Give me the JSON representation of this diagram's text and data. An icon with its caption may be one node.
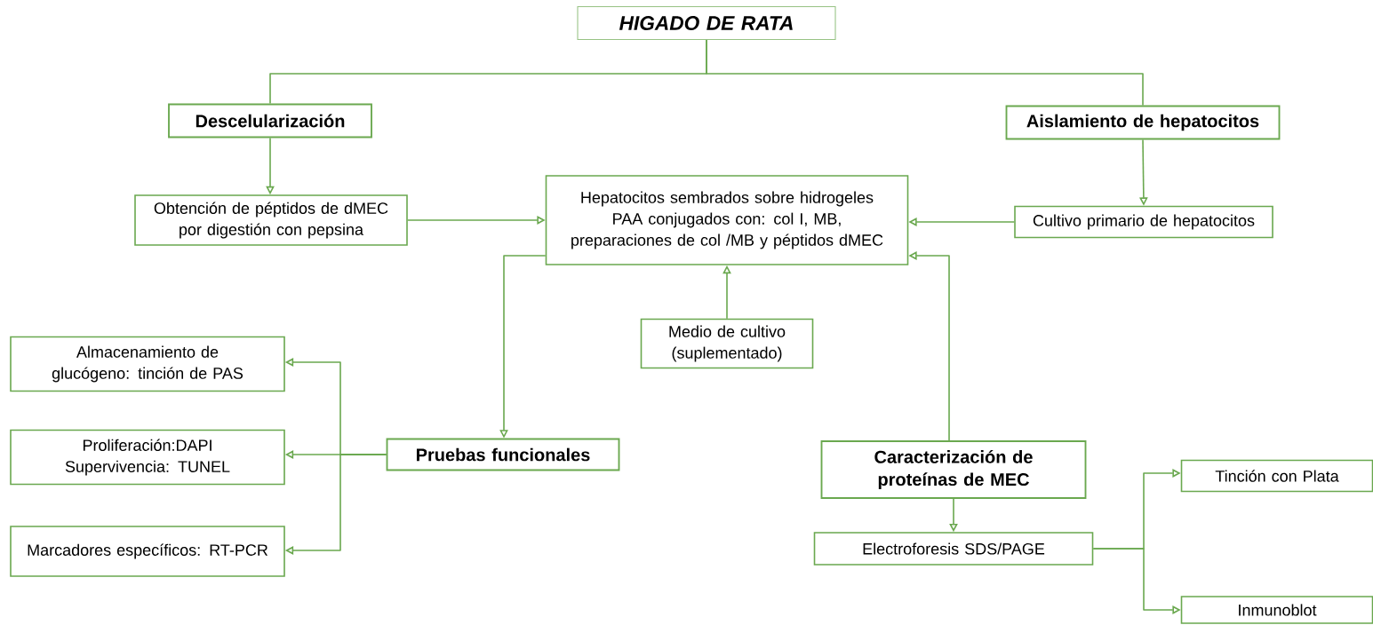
{
  "diagram": {
    "nodes": [
      {
        "text": [
          "HIGADO DE RATA"
        ]
      },
      {
        "text": [
          "Descelularización"
        ]
      },
      {
        "text": [
          "Aislamiento de hepatocitos"
        ]
      },
      {
        "text": [
          "Obtención de péptidos de dMEC por digestión con pepsina"
        ]
      },
      {
        "text": [
          "Hepatocitos sembrados sobre hidrogeles PAA conjugados con: col I, MB, preparaciones de col /MB y péptidos dMEC"
        ]
      },
      {
        "text": [
          "Cultivo primario de hepatocitos"
        ]
      },
      {
        "text": [
          "Medio de cultivo (suplementado)"
        ]
      },
      {
        "text": [
          "Almacenamiento de glucógeno: tinción de PAS"
        ]
      },
      {
        "text": [
          "Proliferación:DAPI Supervivencia: TUNEL"
        ]
      },
      {
        "text": [
          "Pruebas funcionales"
        ]
      },
      {
        "text": [
          "Caracterización de proteínas de MEC"
        ]
      },
      {
        "text": [
          "Marcadores específicos: RT-PCR"
        ]
      },
      {
        "text": [
          "Tinción con Plata"
        ]
      },
      {
        "text": [
          "Electroforesis SDS/PAGE"
        ]
      },
      {
        "text": [
          "Inmunoblot"
        ]
      }
    ],
    "edges": [
      {
        "from": 0,
        "to": 1,
        "arrow": "none"
      },
      {
        "from": 0,
        "to": 2,
        "arrow": "none"
      },
      {
        "from": 1,
        "to": 3,
        "arrow": "to"
      },
      {
        "from": 2,
        "to": 5,
        "arrow": "to"
      },
      {
        "from": 3,
        "to": 4,
        "arrow": "to"
      },
      {
        "from": 5,
        "to": 4,
        "arrow": "to"
      },
      {
        "from": 6,
        "to": 4,
        "arrow": "to"
      },
      {
        "from": 4,
        "to": 9,
        "arrow": "to"
      },
      {
        "from": 10,
        "to": 4,
        "arrow": "to"
      },
      {
        "from": 10,
        "to": 13,
        "arrow": "to"
      },
      {
        "from": 9,
        "to": 7,
        "arrow": "to"
      },
      {
        "from": 9,
        "to": 8,
        "arrow": "to"
      },
      {
        "from": 9,
        "to": 11,
        "arrow": "to"
      },
      {
        "from": 13,
        "to": 12,
        "arrow": "to"
      },
      {
        "from": 13,
        "to": 14,
        "arrow": "to"
      }
    ]
  }
}
